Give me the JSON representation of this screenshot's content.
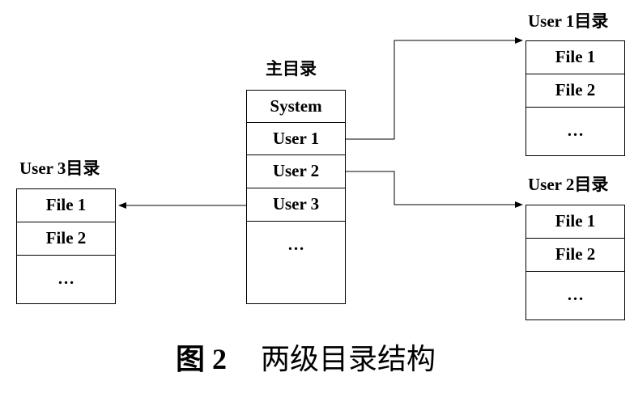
{
  "main_directory": {
    "title": "主目录",
    "entries": [
      "System",
      "User 1",
      "User 2",
      "User 3",
      "…"
    ]
  },
  "user_directories": [
    {
      "title": "User 1目录",
      "entries": [
        "File 1",
        "File 2",
        "…"
      ]
    },
    {
      "title": "User 2目录",
      "entries": [
        "File 1",
        "File 2",
        "…"
      ]
    },
    {
      "title": "User 3目录",
      "entries": [
        "File 1",
        "File 2",
        "…"
      ]
    }
  ],
  "caption": {
    "figure": "图 2",
    "text": "两级目录结构"
  }
}
